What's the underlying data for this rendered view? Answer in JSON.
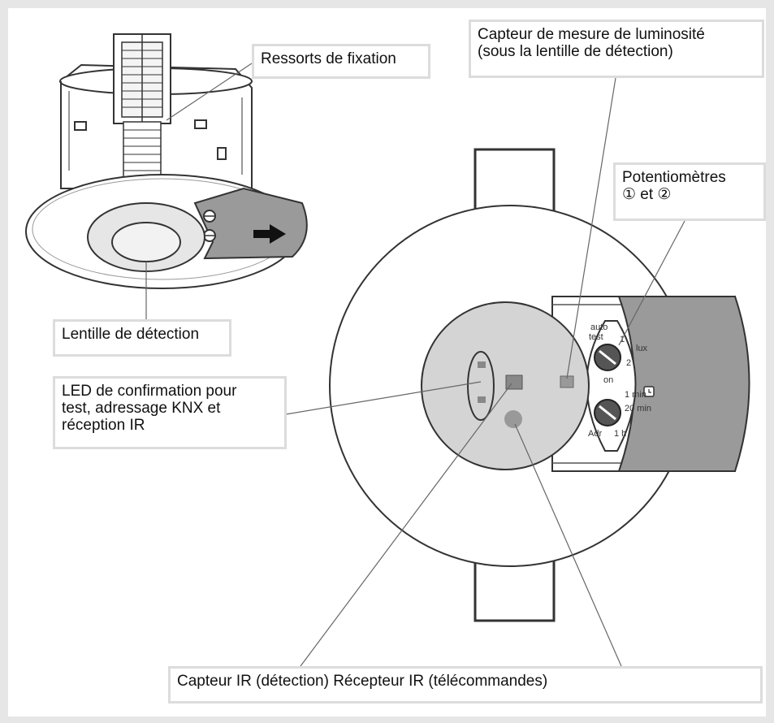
{
  "labels": {
    "ressorts": "Ressorts de fixation",
    "capteur_lum": "Capteur de mesure de luminosité\n(sous la lentille de détection)",
    "potentiometres": "Potentiomètres\n① et ②",
    "lentille": "Lentille de détection",
    "led": "LED de confirmation pour\ntest, adressage KNX et\nréception IR",
    "capteur_ir": "Capteur IR (détection) Récepteur IR (télécommandes)"
  },
  "dial": {
    "auto": "auto",
    "test": "test",
    "one": "1",
    "two": "2",
    "lux": "lux",
    "on": "on",
    "one_min": "1 min",
    "twenty_min": "20 min",
    "adr": "Adr",
    "one_h": "1 h"
  }
}
